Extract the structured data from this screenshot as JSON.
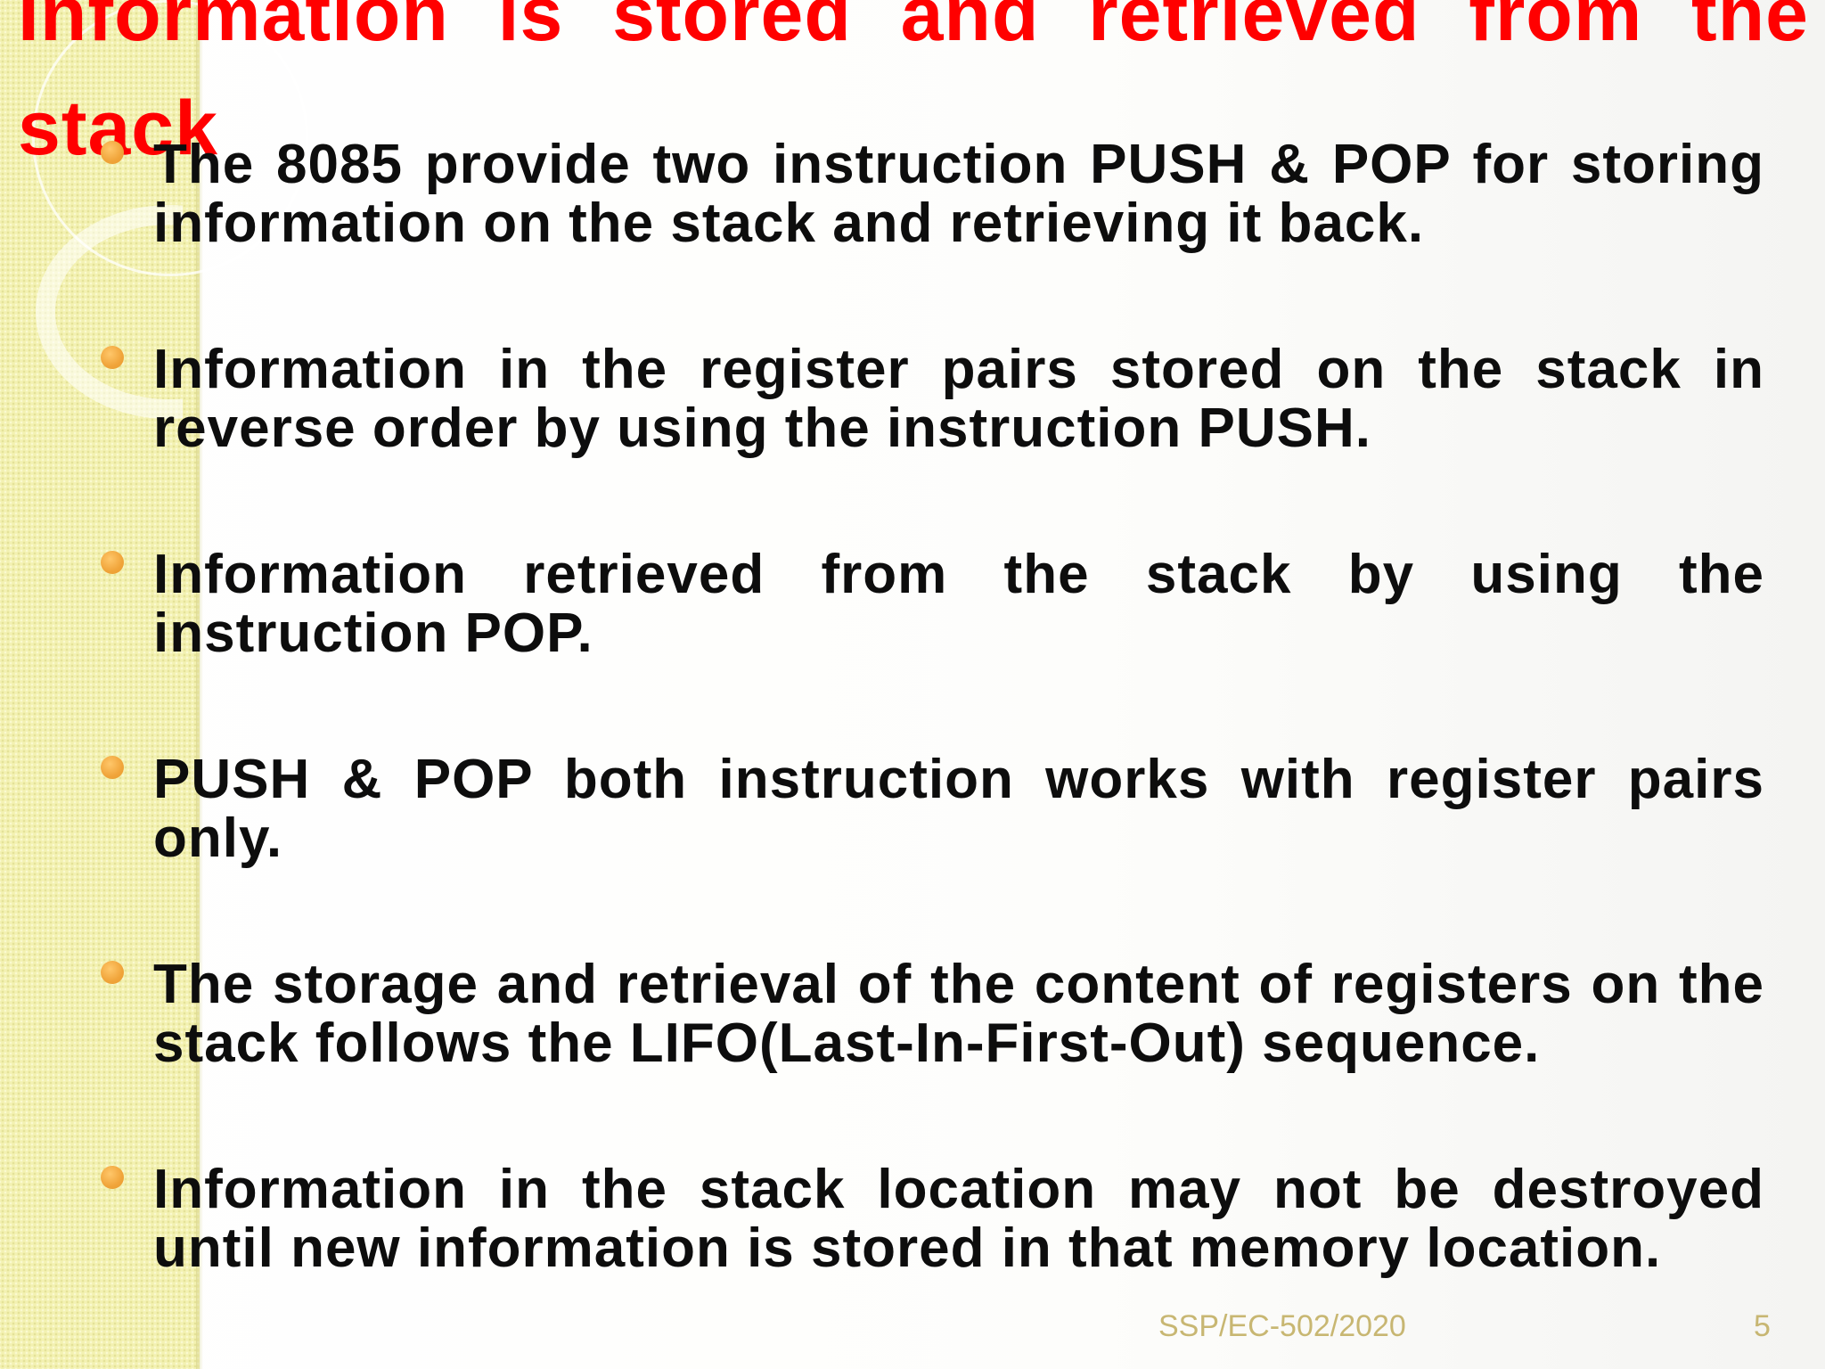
{
  "slide": {
    "title": "Information is stored and retrieved from the stack",
    "bullets": [
      "The 8085 provide two instruction PUSH & POP for storing information on the stack and retrieving it back.",
      "Information in the register pairs stored on the stack in reverse order by using the instruction PUSH.",
      " Information retrieved from the stack by using the instruction POP.",
      "PUSH & POP both instruction works with register pairs only.",
      "The storage and retrieval of the content of registers on the stack follows the LIFO(Last-In-First-Out) sequence.",
      "Information in the stack location may not be destroyed until new information is stored in that memory location."
    ],
    "footer": "SSP/EC-502/2020",
    "page_number": "5"
  },
  "colors": {
    "title": "#ff0000",
    "body_text": "#0d0d0d",
    "bullet": "#f0a43a",
    "left_strip": "#f3f1b2"
  },
  "icons": {
    "bullet": "orange-dot-icon"
  }
}
